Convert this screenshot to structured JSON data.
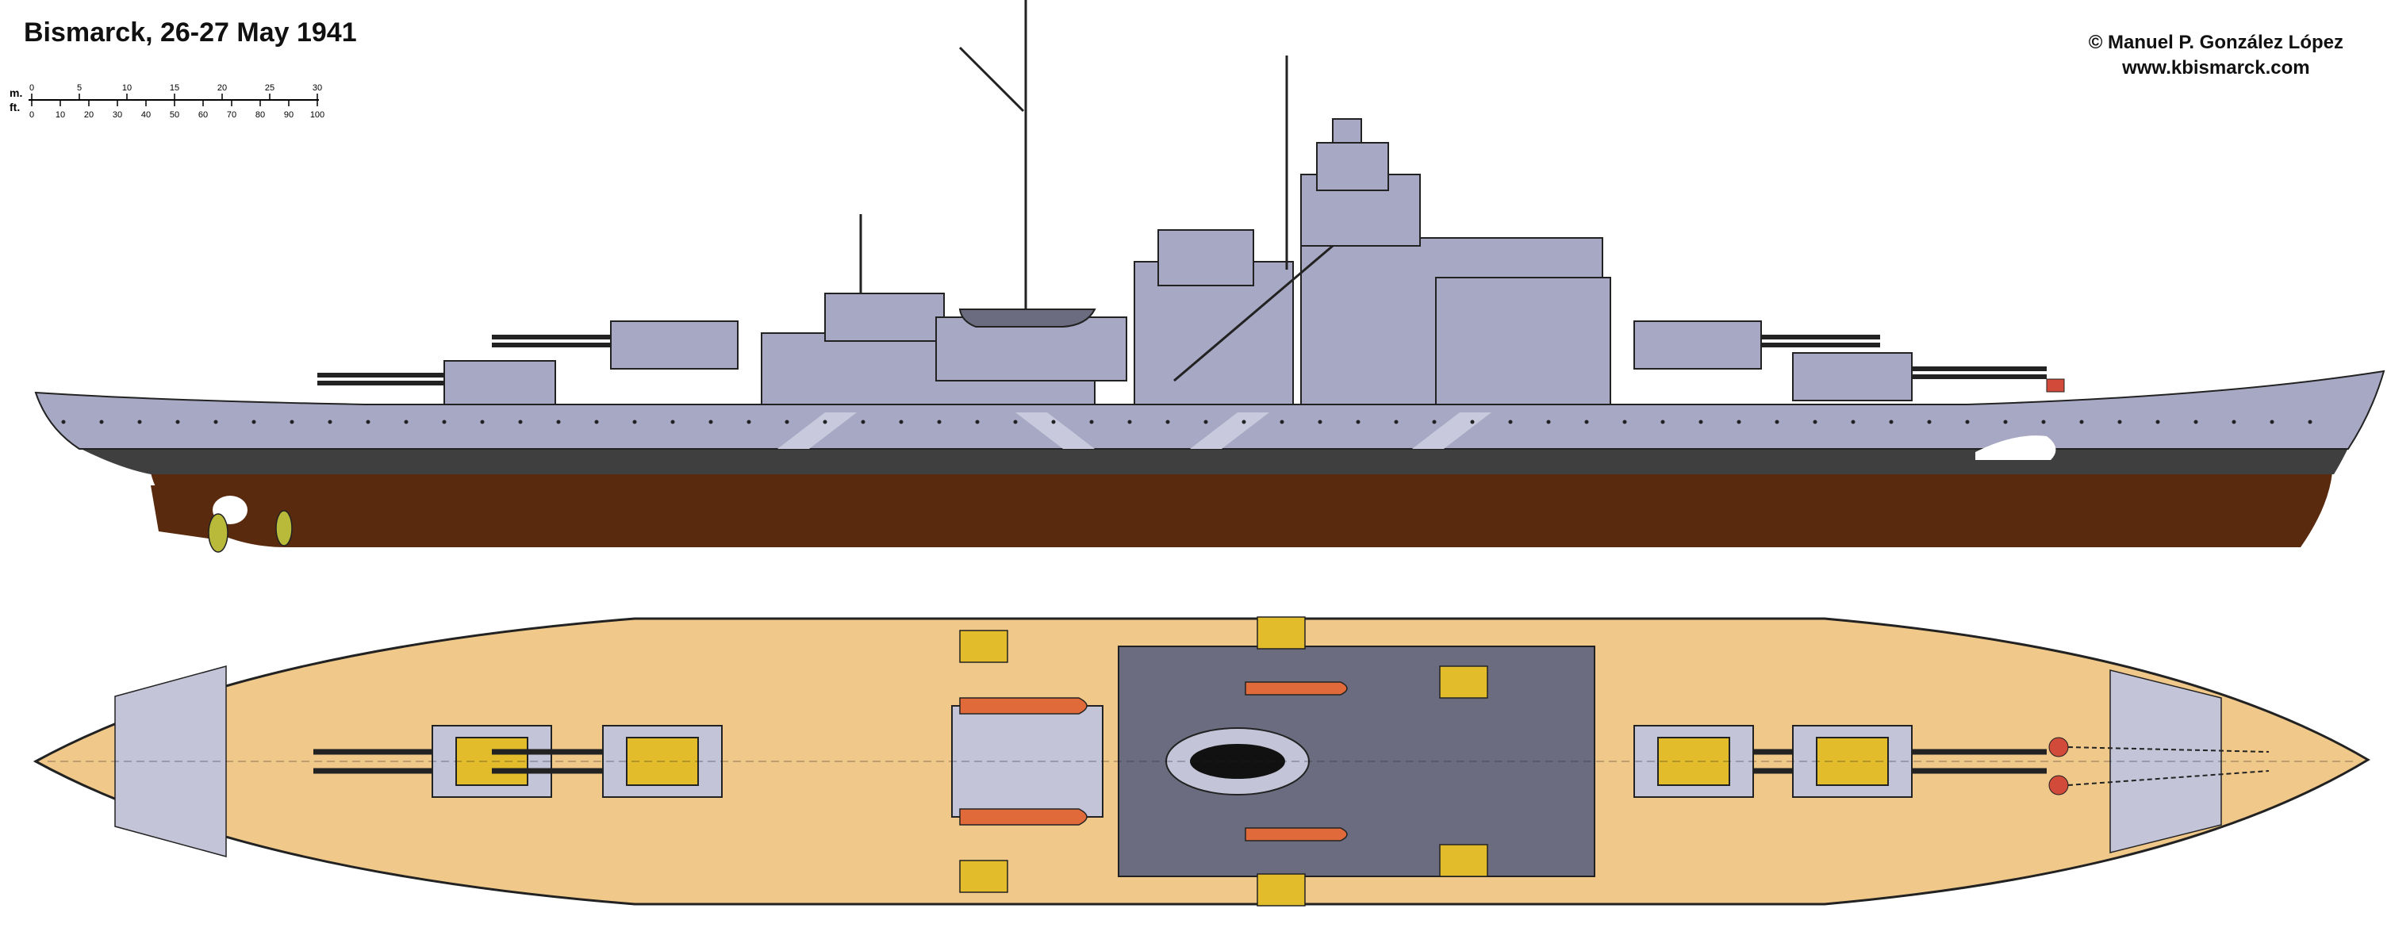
{
  "title": "Bismarck, 26-27 May 1941",
  "credit": {
    "line1": "© Manuel P. González López",
    "line2": "www.kbismarck.com"
  },
  "scale": {
    "meters_label": "m.",
    "feet_label": "ft.",
    "meter_ticks": [
      "0",
      "5",
      "10",
      "15",
      "20",
      "25",
      "30"
    ],
    "feet_ticks": [
      "0",
      "10",
      "20",
      "30",
      "40",
      "50",
      "60",
      "70",
      "80",
      "90",
      "100"
    ]
  },
  "colors": {
    "hull_grey": "#a7a8c4",
    "boot_top": "#3f3f3f",
    "below_waterline": "#5a2a0e",
    "deck": "#f0c98a",
    "turret_roof": "#e3bc2c",
    "boat": "#e06a3a",
    "superstructure_dark": "#6c6c80",
    "propeller": "#b9b93a"
  }
}
